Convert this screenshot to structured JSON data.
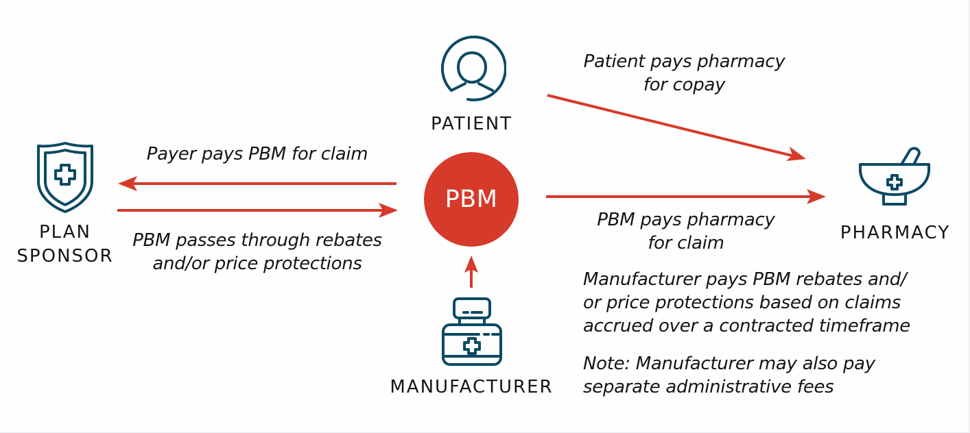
{
  "colors": {
    "arrow": "#d63a2a",
    "pbm_fill": "#d63a2a",
    "icon_stroke": "#0d4a63",
    "text": "#141414"
  },
  "nodes": {
    "plan_sponsor": {
      "label_line1": "PLAN",
      "label_line2": "SPONSOR",
      "icon": "shield-cross-icon"
    },
    "patient": {
      "label": "PATIENT",
      "icon": "person-circle-icon"
    },
    "pbm": {
      "label": "PBM"
    },
    "pharmacy": {
      "label": "PHARMACY",
      "icon": "mortar-pestle-icon"
    },
    "manufacturer": {
      "label": "MANUFACTURER",
      "icon": "medicine-jar-icon"
    }
  },
  "flows": {
    "payer_to_pbm": {
      "line1": "Payer pays PBM for claim"
    },
    "pbm_to_sponsor": {
      "line1": "PBM passes through rebates",
      "line2": "and/or price protections"
    },
    "patient_to_pharmacy": {
      "line1": "Patient pays pharmacy",
      "line2": "for copay"
    },
    "pbm_to_pharmacy": {
      "line1": "PBM pays pharmacy",
      "line2": "for claim"
    },
    "manufacturer_to_pbm": {
      "line1": "Manufacturer pays PBM rebates and/",
      "line2": "or price protections based on claims",
      "line3": "accrued over a contracted timeframe"
    },
    "note": {
      "line1": "Note: Manufacturer may also pay",
      "line2": "separate administrative fees"
    }
  }
}
